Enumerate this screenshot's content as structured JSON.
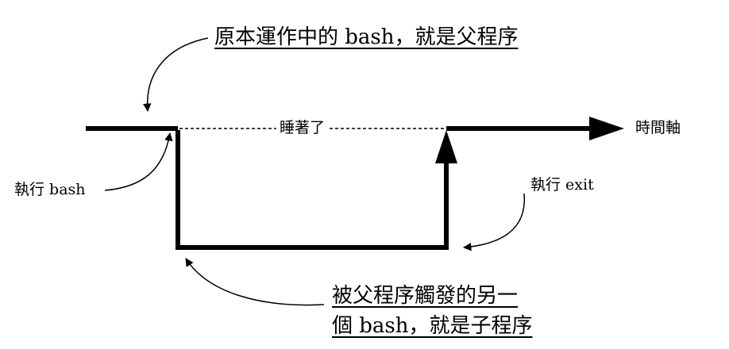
{
  "labels": {
    "parent_process": "原本運作中的 bash，就是父程序",
    "timeline": "時間軸",
    "sleeping": "睡著了",
    "run_bash": "執行 bash",
    "run_exit": "執行 exit",
    "child_process_line1": "被父程序觸發的另一",
    "child_process_line2": "個 bash，就是子程序"
  },
  "colors": {
    "ink": "#000000",
    "background": "#ffffff"
  }
}
